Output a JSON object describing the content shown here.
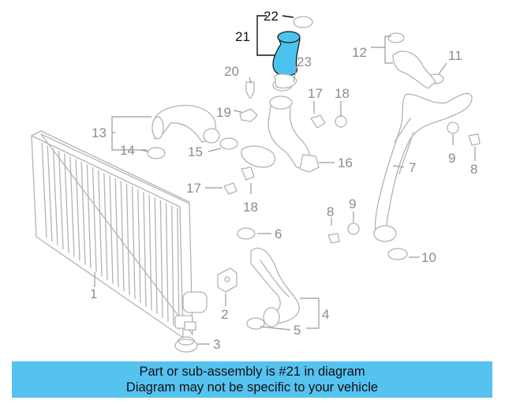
{
  "callouts": {
    "c1": "1",
    "c2": "2",
    "c3": "3",
    "c4": "4",
    "c5": "5",
    "c6": "6",
    "c7": "7",
    "c8a": "8",
    "c8b": "8",
    "c9a": "9",
    "c9b": "9",
    "c10": "10",
    "c11": "11",
    "c12": "12",
    "c13": "13",
    "c14": "14",
    "c15": "15",
    "c16": "16",
    "c17a": "17",
    "c17b": "17",
    "c18a": "18",
    "c18b": "18",
    "c19": "19",
    "c20": "20",
    "c21": "21",
    "c22": "22",
    "c23": "23"
  },
  "highlight_color": "#4cc3ee",
  "banner": {
    "line1": "Part or sub-assembly is #21 in diagram",
    "line2": "Diagram may not be specific to your vehicle",
    "color": "#56c2f0"
  }
}
